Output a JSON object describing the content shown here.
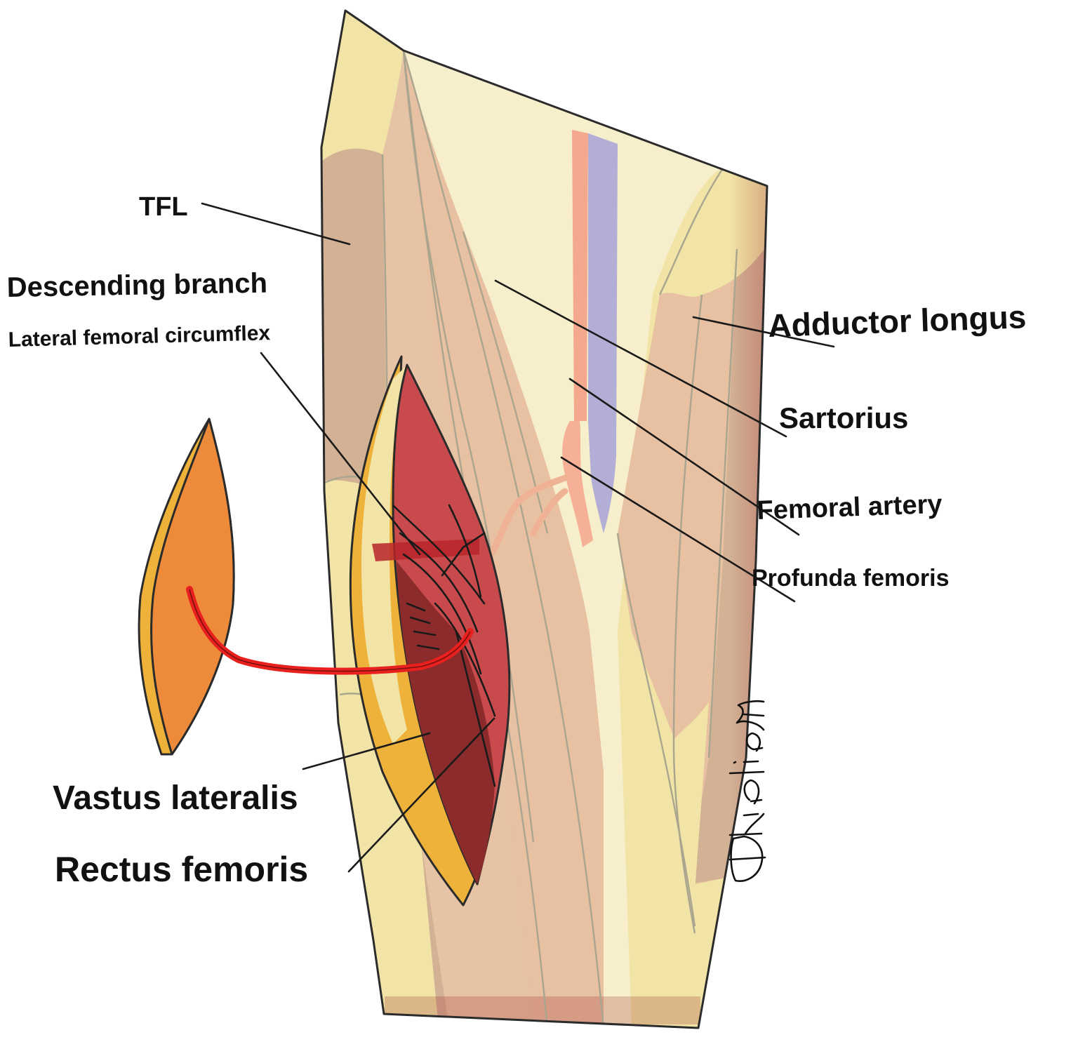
{
  "diagram": {
    "labels": {
      "tfl": "TFL",
      "descending_branch": "Descending branch",
      "lateral_femoral_circumflex": "Lateral femoral circumflex",
      "adductor_longus": "Adductor longus",
      "sartorius": "Sartorius",
      "femoral_artery": "Femoral artery",
      "profunda_femoris": "Profunda femoris",
      "vastus_lateralis": "Vastus lateralis",
      "rectus_femoris": "Rectus femoris"
    },
    "signature": "Dhalia M"
  },
  "colors": {
    "skin": "#f1e4a6",
    "fascia": "#f7efcc",
    "muscle_pale": "#e8c0a2",
    "muscle_tan": "#d3b195",
    "rectus_red": "#c84a4c",
    "rectus_dark": "#8b2b2c",
    "flap_orange": "#ee8b3a",
    "flap_border": "#eeb23a",
    "artery": "#f4a98f",
    "vein": "#b2aed6",
    "pedicle": "#e8201e"
  }
}
